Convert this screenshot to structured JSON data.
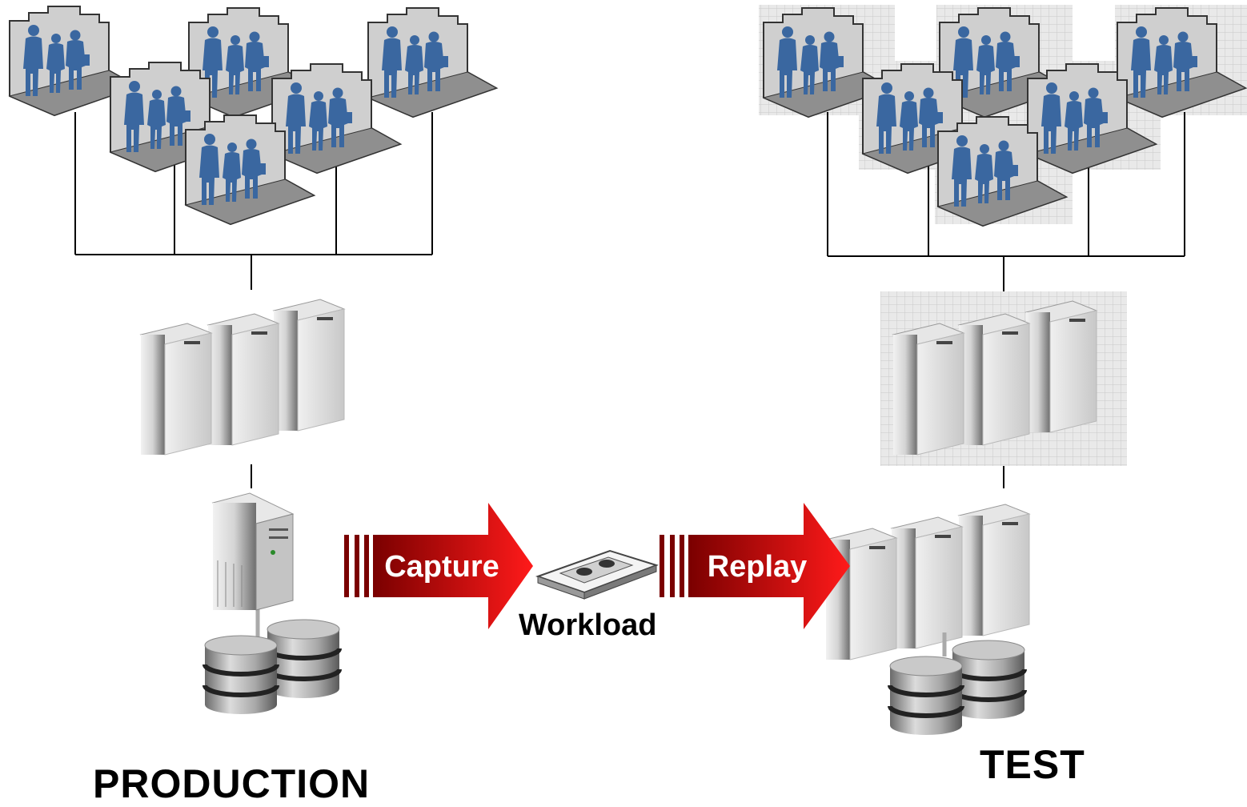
{
  "production": {
    "label": "PRODUCTION"
  },
  "test": {
    "label": "TEST"
  },
  "capture": {
    "label": "Capture"
  },
  "replay": {
    "label": "Replay"
  },
  "workload": {
    "label": "Workload"
  },
  "colors": {
    "figure_blue": "#3a67a0",
    "panel_gray": "#cfcfcf",
    "arrow_red": "#e8131b",
    "arrow_dark": "#7a0000",
    "grid_bg": "#e6e6e6"
  }
}
